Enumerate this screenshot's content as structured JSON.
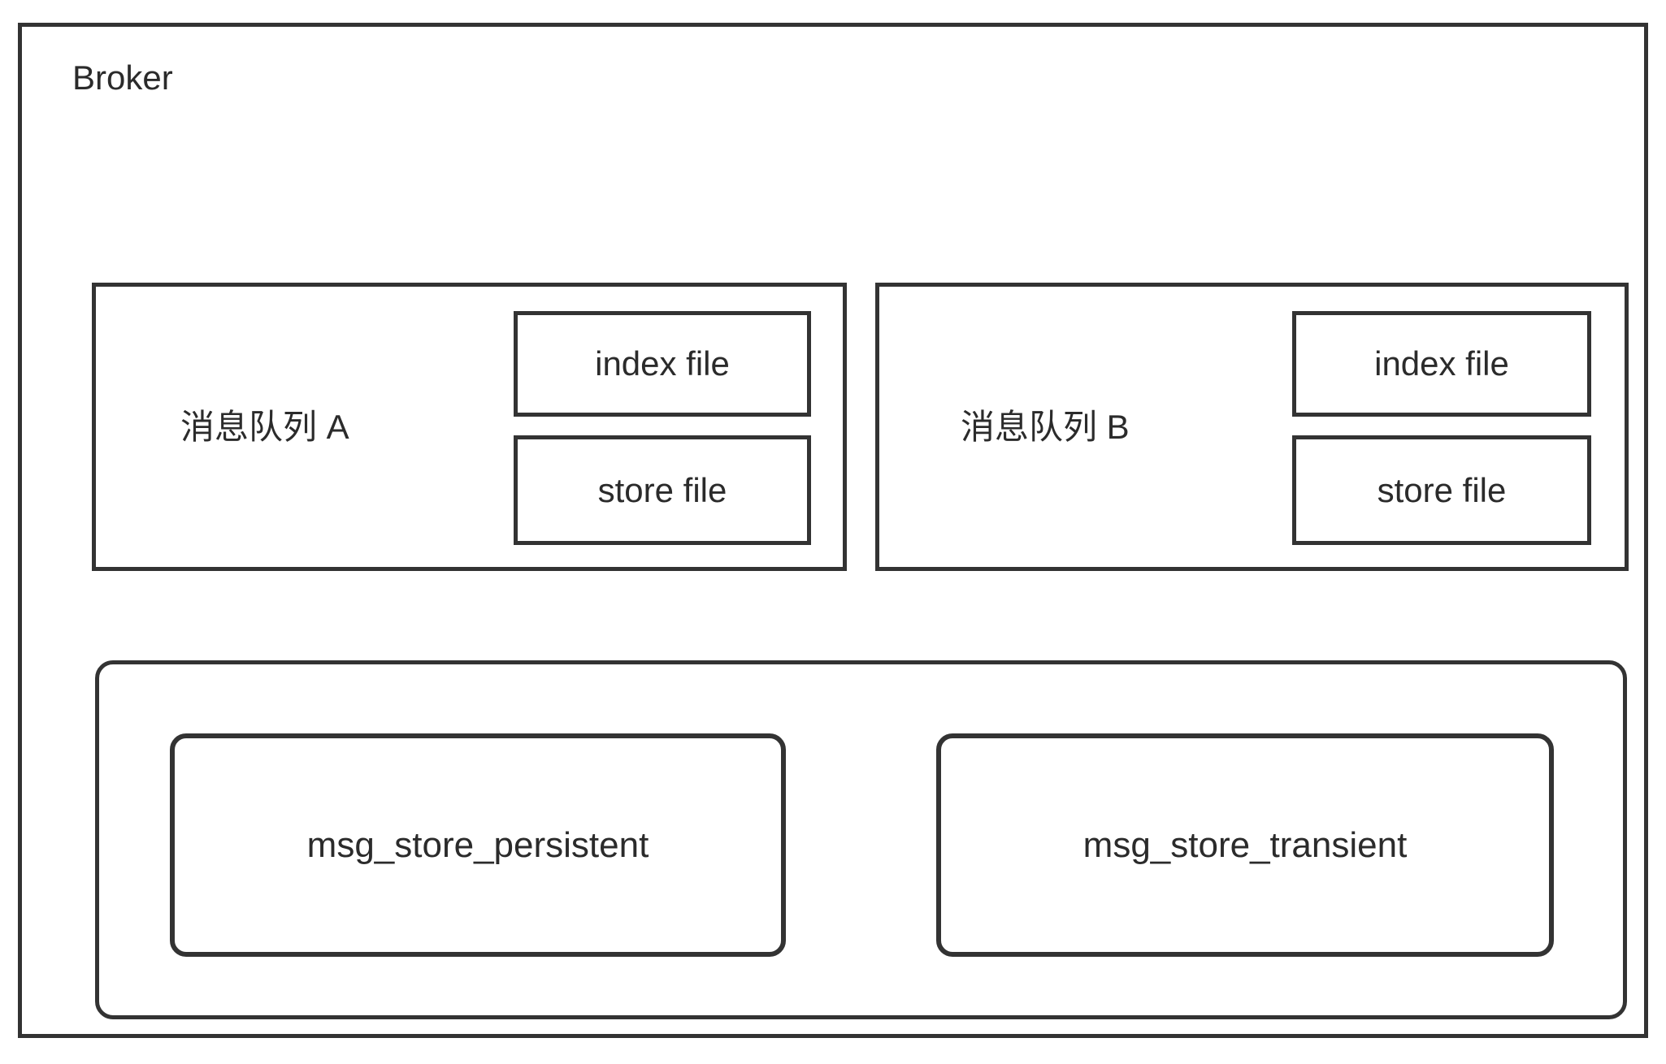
{
  "diagram": {
    "title": "Broker",
    "queues": [
      {
        "name": "消息队列 A",
        "files": [
          {
            "label": "index file"
          },
          {
            "label": "store file"
          }
        ]
      },
      {
        "name": "消息队列  B",
        "files": [
          {
            "label": "index file"
          },
          {
            "label": "store file"
          }
        ]
      }
    ],
    "stores": [
      {
        "label": "msg_store_persistent"
      },
      {
        "label": "msg_store_transient"
      }
    ],
    "colors": {
      "stroke": "#333333",
      "text": "#2b2b2b",
      "background": "#ffffff"
    }
  }
}
